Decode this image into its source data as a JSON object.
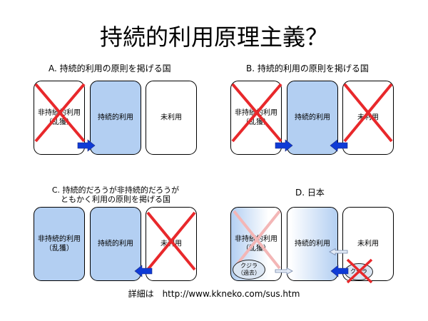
{
  "title": "持続的利用原理主義？",
  "colors": {
    "box_fill_blue": "#b3cff2",
    "cross_red": "#e8282b",
    "cross_faded": "#f3b6b6",
    "arrow_blue": "#0f3bd6",
    "arrow_hollow_fill": "#e2eaf6",
    "whale_fill": "#dbe6f3"
  },
  "panels": [
    {
      "label": [
        "A. 持続的利用の原則を掲げる国"
      ],
      "boxes": [
        {
          "lines": [
            "非持続的利用",
            "（乱獲）"
          ]
        },
        {
          "lines": [
            "持続的利用"
          ]
        },
        {
          "lines": [
            "未利用"
          ]
        }
      ]
    },
    {
      "label": [
        "B. 持続的利用の原則を掲げる国"
      ],
      "boxes": [
        {
          "lines": [
            "非持続的利用",
            "（乱獲）"
          ]
        },
        {
          "lines": [
            "持続的利用"
          ]
        },
        {
          "lines": [
            "未利用"
          ]
        }
      ]
    },
    {
      "label": [
        "C. 持続的だろうが非持続的だろうが",
        "ともかく利用の原則を掲げる国"
      ],
      "boxes": [
        {
          "lines": [
            "非持続的利用",
            "（乱獲）"
          ]
        },
        {
          "lines": [
            "持続的利用"
          ]
        },
        {
          "lines": [
            "未利用"
          ]
        }
      ]
    },
    {
      "label": [
        "D. 日本"
      ],
      "boxes": [
        {
          "lines": [
            "非持続的利用",
            "（乱獲）"
          ]
        },
        {
          "lines": [
            "持続的利用"
          ]
        },
        {
          "lines": [
            "未利用"
          ]
        }
      ],
      "whales": [
        {
          "lines": [
            "クジラ",
            "（過去）"
          ]
        },
        {
          "lines": [
            "クジラ"
          ]
        }
      ]
    }
  ],
  "footer": "詳細は　http://www.kkneko.com/sus.htm"
}
